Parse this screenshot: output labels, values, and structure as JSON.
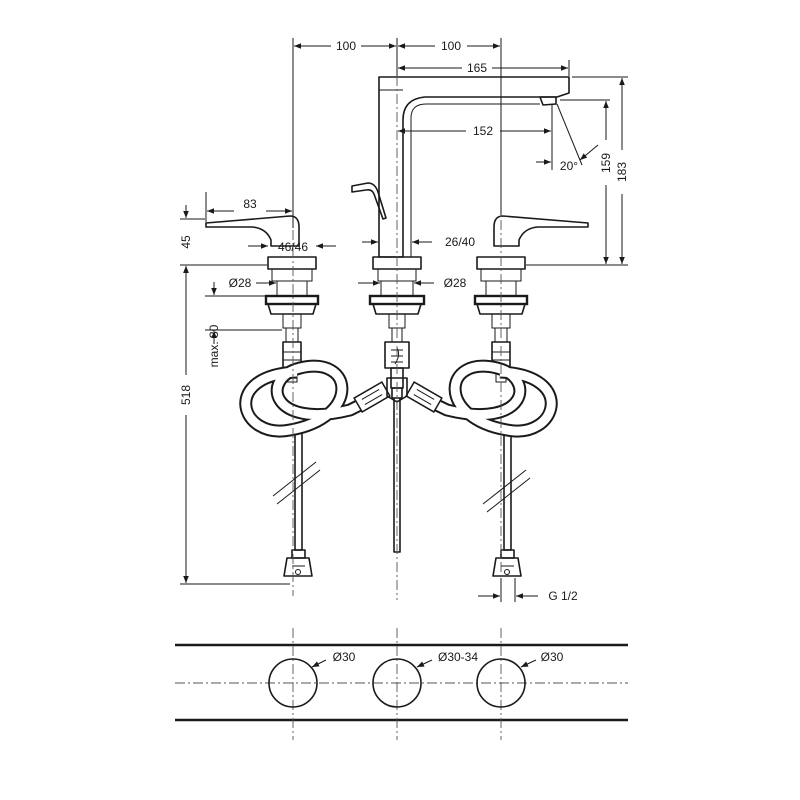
{
  "dimensions": {
    "d_100_left": "100",
    "d_100_right": "100",
    "d_165": "165",
    "d_152": "152",
    "d_20deg": "20°",
    "d_159": "159",
    "d_183": "183",
    "d_83": "83",
    "d_45": "45",
    "d_46_46": "46/46",
    "d_26_40": "26/40",
    "d_dia28_left": "Ø28",
    "d_dia28_right": "Ø28",
    "d_max30": "max. 30",
    "d_518": "518",
    "d_g12": "G 1/2",
    "d_dia30_left": "Ø30",
    "d_dia30_34": "Ø30-34",
    "d_dia30_right": "Ø30"
  }
}
